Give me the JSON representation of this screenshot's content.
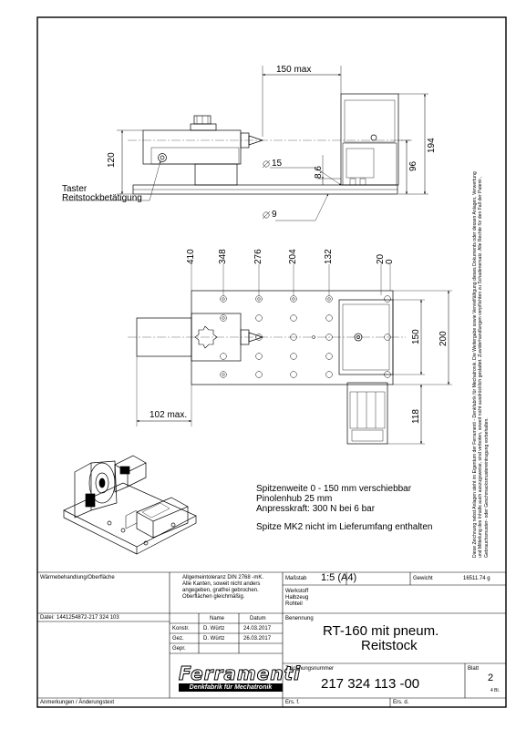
{
  "drawing": {
    "annotations": {
      "dim_150_max": "150 max",
      "dim_120": "120",
      "dim_194": "194",
      "dim_96": "96",
      "dim_d15": "15",
      "dim_8_6": "8,6",
      "dim_d9": "9",
      "taster_line1": "Taster",
      "taster_line2": "Reitstockbetätigung",
      "top_dims": [
        "410",
        "348",
        "276",
        "204",
        "132",
        "20",
        "0"
      ],
      "dim_150": "150",
      "dim_200": "200",
      "dim_118": "118",
      "dim_102_max": "102 max."
    },
    "specs": [
      "Spitzenweite 0 - 150 mm verschiebbar",
      "Pinolenhub 25 mm",
      "Anpresskraft: 300 N bei 6 bar"
    ],
    "spec_note": "Spitze MK2 nicht im Lieferumfang enthalten",
    "ownership_note": "Diese Zeichnung nebst Anlagen steht im Eigentum der Ferramenti - Denkfabrik für Mechatronik. Die Weitergabe sowie Vervielfältigung dieses Dokuments oder dessen Anlagen, Verwertung und Mitteilung des Inhalts auch auszugsweise, sind verboten, soweit nicht ausdrücklich gestattet. Zuwiderhandlungen verpflichten zu Schadenersatz. Alle Rechte für den Fall der Patent-, Gebrauchsmuster- oder Geschmacksmustereintragung vorbehalten."
  },
  "title_block": {
    "heat_treatment_label": "Wärmebehandlung/Oberfläche",
    "tolerance_text": [
      "Allgemeintoleranz DIN 2768 -mK.",
      "Alle Kanten, soweit nicht anders",
      "angegeben, gratfrei gebrochen.",
      "Oberflächen gleichmäßig."
    ],
    "scale_label": "Maßstab",
    "scale_value": "1:5 (A4)",
    "weight_label": "Gewicht",
    "weight_value": "16511.74 g",
    "material_labels": [
      "Werkstoff",
      "Halbzeug",
      "Rohteil"
    ],
    "file_label": "Datei:",
    "file_value": "1441254872-217 324 103",
    "name_header": "Name",
    "date_header": "Datum",
    "rows": [
      {
        "label": "Konstr.",
        "name": "D. Würtz",
        "date": "24.03.2017"
      },
      {
        "label": "Gez.",
        "name": "D. Würtz",
        "date": "26.03.2017"
      },
      {
        "label": "Gepr.",
        "name": "",
        "date": ""
      }
    ],
    "designation_label": "Benennung",
    "title_line1": "RT-160 mit pneum.",
    "title_line2": "Reitstock",
    "drawing_no_label": "Zeichnungsnummer",
    "drawing_no": "217 324 113 -00",
    "sheet_label": "Blatt",
    "sheet_value": "2",
    "sheet_total": "4 Bl.",
    "brand": "Ferramenti",
    "brand_tagline": "Denkfabrik für Mechatronik",
    "remarks_label": "Anmerkungen / Änderungstext",
    "replaces_label": "Ers. f.",
    "replaced_label": "Ers. d."
  }
}
